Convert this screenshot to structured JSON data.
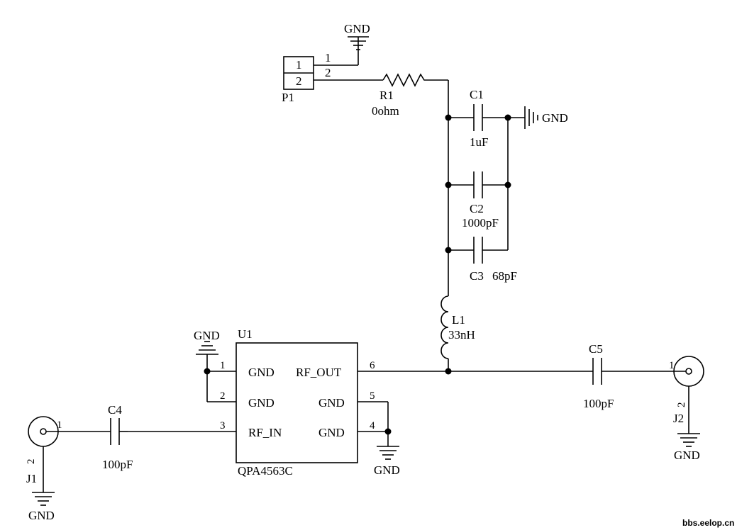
{
  "components": {
    "p1": {
      "designator": "P1",
      "pin1": "1",
      "pin2": "2",
      "net_pin1": "1",
      "net_pin2": "2"
    },
    "r1": {
      "designator": "R1",
      "value": "0ohm"
    },
    "c1": {
      "designator": "C1",
      "value": "1uF"
    },
    "c2": {
      "designator": "C2",
      "value": "1000pF"
    },
    "c3": {
      "designator": "C3",
      "value": "68pF"
    },
    "l1": {
      "designator": "L1",
      "value": "33nH"
    },
    "c4": {
      "designator": "C4",
      "value": "100pF"
    },
    "c5": {
      "designator": "C5",
      "value": "100pF"
    },
    "j1": {
      "designator": "J1",
      "pin1": "1",
      "pin2": "2"
    },
    "j2": {
      "designator": "J2",
      "pin1": "1",
      "pin2": "2"
    },
    "u1": {
      "designator": "U1",
      "part": "QPA4563C",
      "left_pins": [
        {
          "num": "1",
          "name": "GND"
        },
        {
          "num": "2",
          "name": "GND"
        },
        {
          "num": "3",
          "name": "RF_IN"
        }
      ],
      "right_pins": [
        {
          "num": "6",
          "name": "RF_OUT"
        },
        {
          "num": "5",
          "name": "GND"
        },
        {
          "num": "4",
          "name": "GND"
        }
      ]
    }
  },
  "net_labels": {
    "gnd_p1": "GND",
    "gnd_c1": "GND",
    "gnd_u1": "GND",
    "gnd_u1_right": "GND",
    "gnd_j1": "GND",
    "gnd_j2": "GND"
  },
  "watermark": "bbs.eelop.cn"
}
